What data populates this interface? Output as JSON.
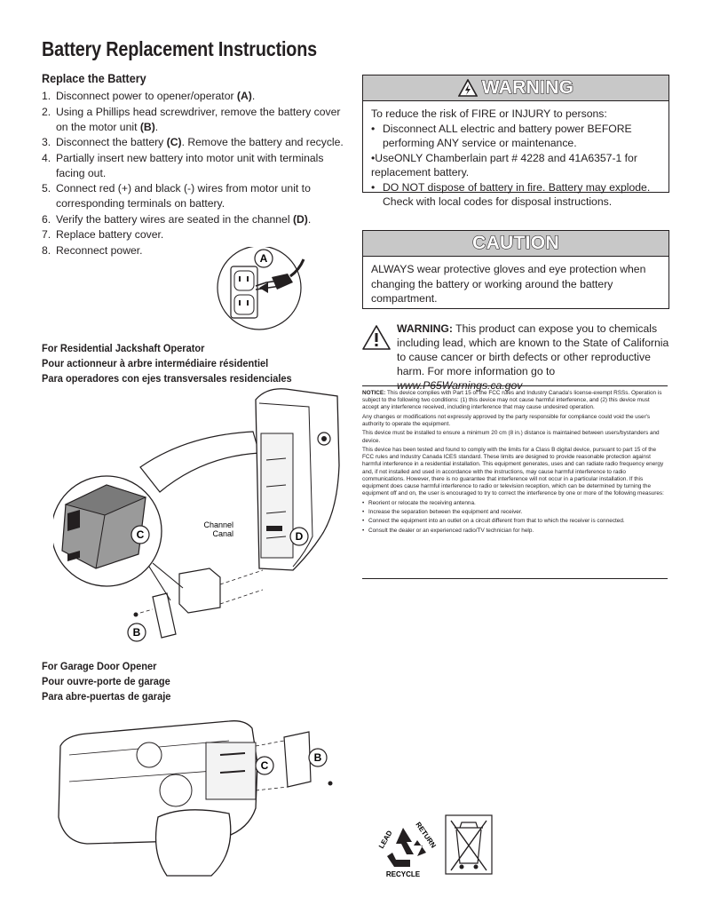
{
  "page_title": "Battery Replacement Instructions",
  "replace": {
    "heading": "Replace the Battery",
    "steps": [
      {
        "num": "1.",
        "pre": "Disconnect power to opener/operator ",
        "bold": "(A)",
        "post": "."
      },
      {
        "num": "2.",
        "pre": "Using a Phillips head screwdriver, remove the battery cover on the motor unit ",
        "bold": "(B)",
        "post": "."
      },
      {
        "num": "3.",
        "pre": "Disconnect the battery ",
        "bold": "(C)",
        "post": ". Remove the battery and recycle."
      },
      {
        "num": "4.",
        "pre": "Partially insert new battery into motor unit with terminals facing out.",
        "bold": "",
        "post": ""
      },
      {
        "num": "5.",
        "pre": "Connect red (+) and black (-) wires from motor unit to corresponding terminals on battery.",
        "bold": "",
        "post": ""
      },
      {
        "num": "6.",
        "pre": "Verify the battery wires are seated in the channel ",
        "bold": "(D)",
        "post": "."
      },
      {
        "num": "7.",
        "pre": "Replace battery cover.",
        "bold": "",
        "post": ""
      },
      {
        "num": "8.",
        "pre": "Reconnect power.",
        "bold": "",
        "post": ""
      }
    ]
  },
  "warning": {
    "title": "WARNING",
    "intro": "To reduce the risk of FIRE or INJURY to persons:",
    "b1_mark": "•",
    "b1": "Disconnect ALL electric and battery power BEFORE performing ANY service or maintenance.",
    "b2": "•UseONLY Chamberlain part # 4228 and 41A6357-1 for replacement battery.",
    "b3_mark": "•",
    "b3": "DO NOT dispose of battery in fire. Battery may explode. Check with local codes for disposal instructions."
  },
  "caution": {
    "title": "CAUTION",
    "text": "ALWAYS wear protective gloves and eye protection when changing the battery or working around the battery compartment."
  },
  "prop65": {
    "label": "WARNING:",
    "text": " This product can expose you to chemicals including lead, which are known to the State of California to cause cancer or birth defects or other reproductive harm. For more information go to ",
    "link": "www.P65Warnings.ca.gov"
  },
  "notice": {
    "label": "NOTICE:",
    "p1": " This device complies with Part 15 of the FCC rules and Industry Canada's license-exempt RSSs. Operation is subject to the following two conditions: (1) this device may not cause harmful interference, and (2) this device must accept any interference received, including interference that may cause undesired operation.",
    "p2": "Any changes or modifications not expressly approved by the party responsible for compliance could void the user's authority to operate the equipment.",
    "p3": "This device must be installed to ensure a minimum 20 cm (8 in.) distance is maintained between users/bystanders and device.",
    "p4": "This device has been tested and found to comply with the limits for a Class B digital device, pursuant to part 15 of the FCC rules and Industry Canada ICES standard. These limits are designed to provide reasonable protection against harmful interference in a residential installation. This equipment generates, uses and can radiate radio frequency energy and, if not installed and used in accordance with the instructions, may cause harmful interference to radio communications. However, there is no guarantee that interference will not occur in a particular installation. If this equipment does cause harmful interference to radio or television reception, which can be determined by turning the equipment off and on, the user is encouraged to try to correct the interference by one or more of the following measures:",
    "bullets": [
      "Reorient or relocate the receiving antenna.",
      "Increase the separation between the equipment and receiver.",
      "Connect the equipment into an outlet on a circuit different from that to which the receiver is connected.",
      "Consult the dealer or an experienced radio/TV technician for help."
    ]
  },
  "jackshaft": {
    "line1": "For Residential Jackshaft Operator",
    "line2": "Pour actionneur à arbre intermédiaire résidentiel",
    "line3": "Para operadores con ejes transversales residenciales",
    "channel1": "Channel",
    "channel2": "Canal"
  },
  "garage": {
    "line1": "For Garage Door Opener",
    "line2": "Pour ouvre-porte de garage",
    "line3": "Para abre-puertas de garaje"
  },
  "callouts": {
    "a": "A",
    "b": "B",
    "c": "C",
    "d": "D"
  },
  "recycle": {
    "lead": "LEAD",
    "return": "RETURN",
    "recycle": "RECYCLE"
  },
  "colors": {
    "ink": "#231f20",
    "header_gray": "#c8c8c8",
    "battery_gray": "#9a9a9a"
  },
  "icons": [
    "hazard-icon",
    "recycle-icon",
    "crossed-bin-icon"
  ]
}
